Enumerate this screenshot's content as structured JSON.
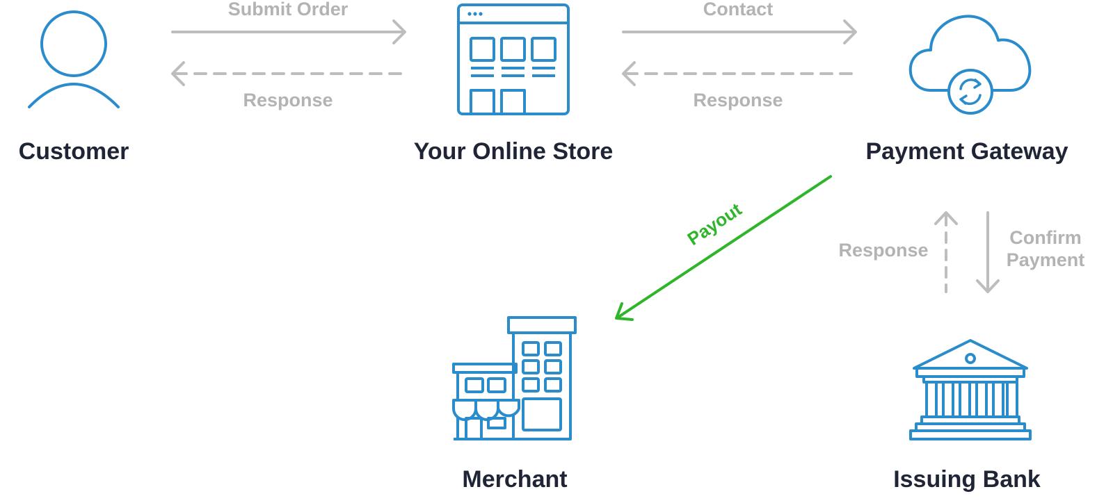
{
  "colors": {
    "icon": "#2b8ccc",
    "node_text": "#1f2535",
    "arrow": "#bdbdbd",
    "arrow_text": "#b3b3b3",
    "payout": "#2fb52a"
  },
  "nodes": {
    "customer": {
      "label": "Customer",
      "icon": "person-icon"
    },
    "store": {
      "label": "Your Online Store",
      "icon": "storefront-window-icon"
    },
    "gateway": {
      "label": "Payment Gateway",
      "icon": "cloud-sync-icon"
    },
    "merchant": {
      "label": "Merchant",
      "icon": "shop-building-icon"
    },
    "bank": {
      "label": "Issuing Bank",
      "icon": "bank-icon"
    }
  },
  "edges": {
    "submit_order": "Submit Order",
    "response_store_customer": "Response",
    "contact": "Contact",
    "response_gateway_store": "Response",
    "payout": "Payout",
    "response_bank_gateway": "Response",
    "confirm_payment_line1": "Confirm",
    "confirm_payment_line2": "Payment"
  }
}
